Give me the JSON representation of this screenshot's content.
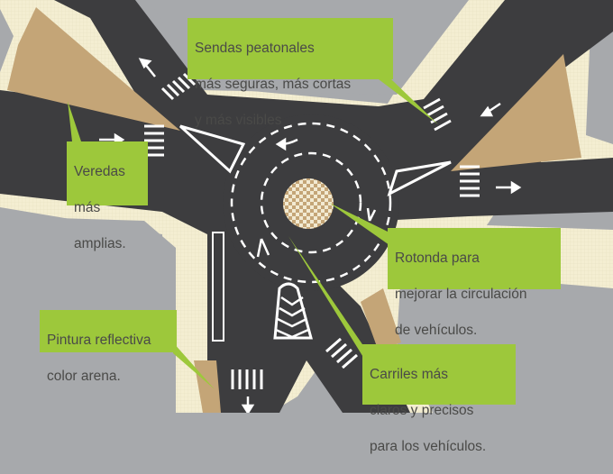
{
  "colors": {
    "block": "#a7a9ac",
    "road": "#3d3d3f",
    "sidewalk": "#f4eed2",
    "sand_paint": "#c4a577",
    "label_bg": "#9dc83b",
    "label_text": "#4a4a48",
    "curb_yellow": "#f2d33a"
  },
  "callouts": {
    "crosswalks": {
      "lines": [
        "Sendas peatonales",
        "más seguras, más cortas",
        "y más visibles"
      ]
    },
    "sidewalks": {
      "lines": [
        "Veredas",
        "más",
        "amplias."
      ]
    },
    "roundabout": {
      "lines": [
        "Rotonda para",
        "mejorar la circulación",
        "de vehículos."
      ]
    },
    "paint": {
      "lines": [
        "Pintura reflectiva",
        "color arena."
      ]
    },
    "lanes": {
      "lines": [
        "Carriles más",
        "claros y precisos",
        "para los vehículos."
      ]
    }
  }
}
